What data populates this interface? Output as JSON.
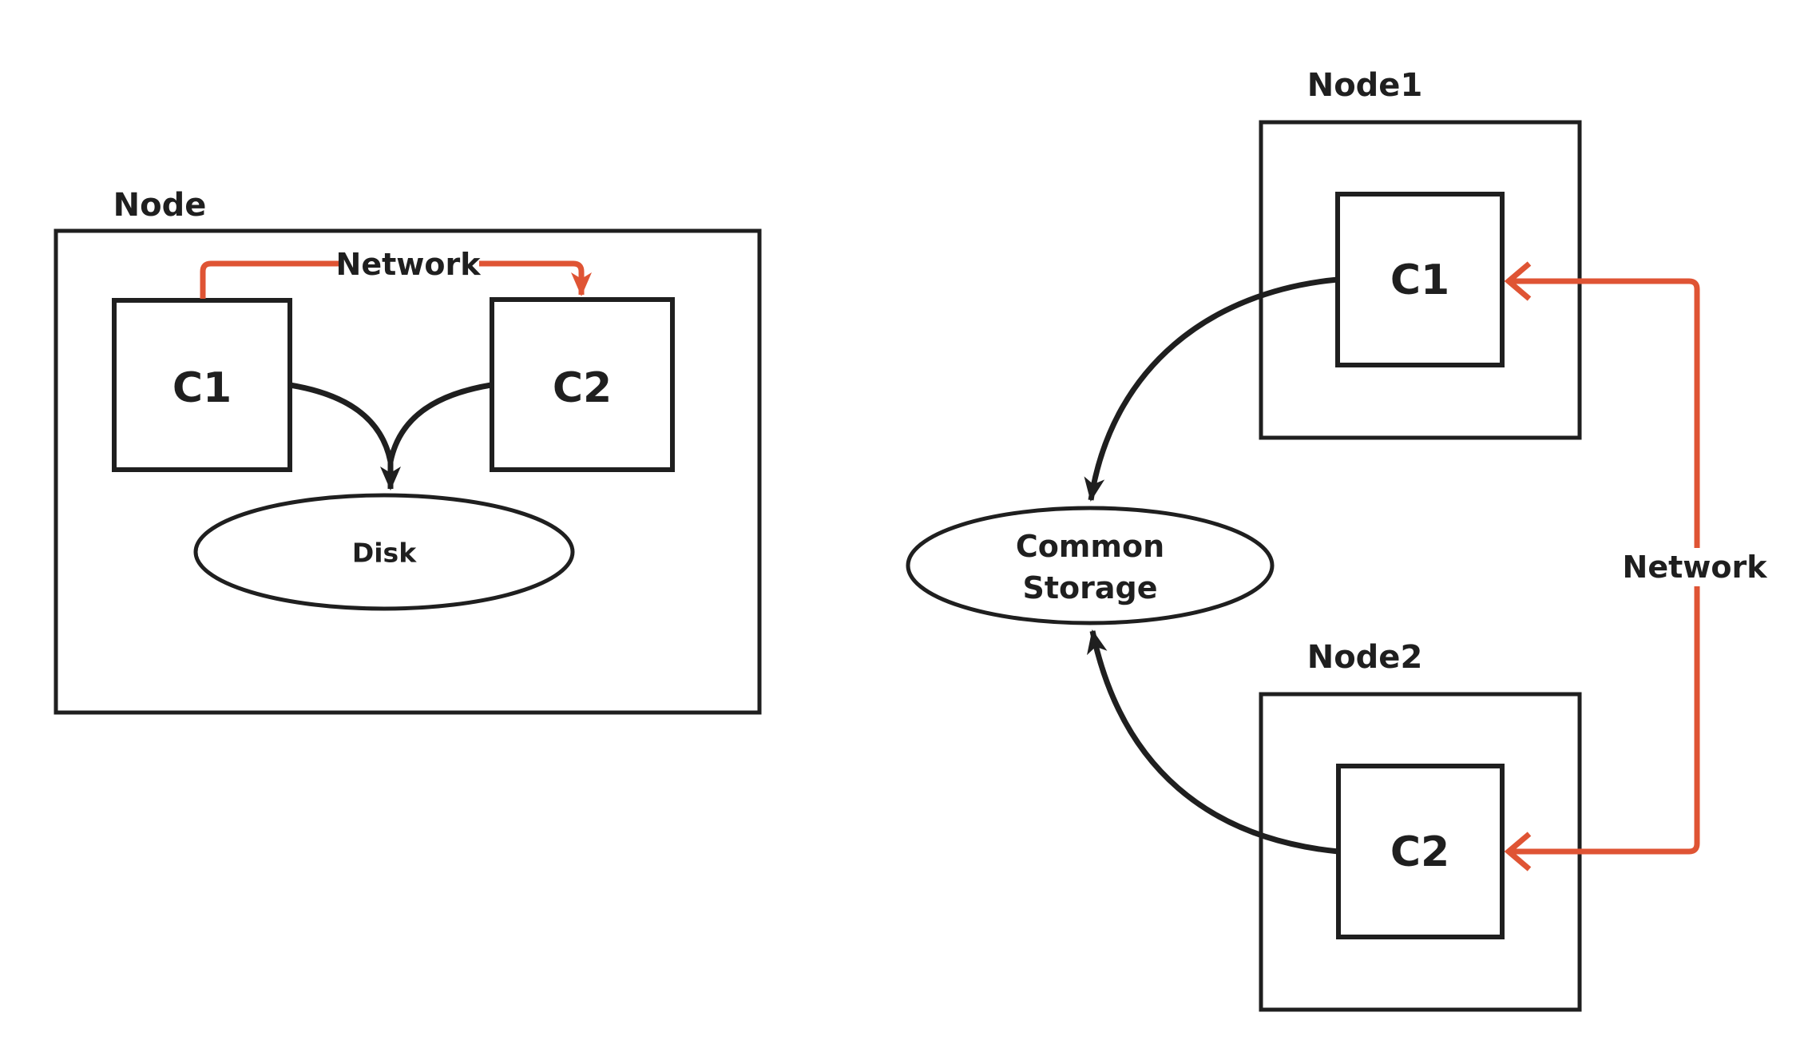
{
  "colors": {
    "accent_orange": "#DF5434",
    "line_black": "#1F1F1F",
    "background": "#FFFFFF"
  },
  "left_diagram": {
    "node_label": "Node",
    "c1_label": "C1",
    "c2_label": "C2",
    "network_label": "Network",
    "disk_label": "Disk"
  },
  "right_diagram": {
    "node1_label": "Node1",
    "node2_label": "Node2",
    "c1_label": "C1",
    "c2_label": "C2",
    "network_label": "Network",
    "storage_label_line1": "Common",
    "storage_label_line2": "Storage"
  }
}
